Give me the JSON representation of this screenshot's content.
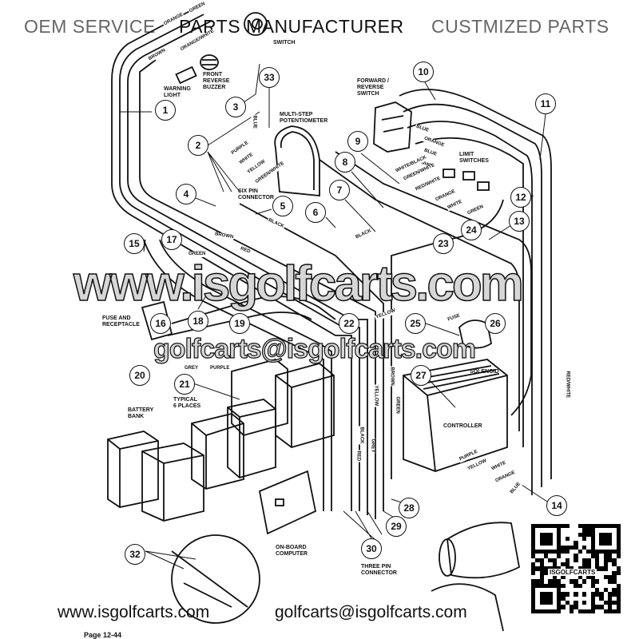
{
  "banner": {
    "left": "OEM SERVICE",
    "center": "PARTS MANUFACTURER",
    "right": "CUSTMIZED PARTS"
  },
  "callouts": [
    "1",
    "2",
    "3",
    "4",
    "5",
    "6",
    "7",
    "8",
    "9",
    "10",
    "11",
    "12",
    "13",
    "14",
    "15",
    "16",
    "17",
    "18",
    "19",
    "20",
    "21",
    "22",
    "23",
    "24",
    "25",
    "26",
    "27",
    "28",
    "29",
    "30",
    "32",
    "33"
  ],
  "components": {
    "switch": "SWITCH",
    "warning_light": "WARNING\nLIGHT",
    "front_reverse_buzzer": "FRONT\nREVERSE\nBUZZER",
    "potentiometer": "MULTI-STEP\nPOTENTIOMETER",
    "six_pin": "SIX PIN\nCONNECTOR",
    "fwd_rev_switch": "FORWARD /\nREVERSE\nSWITCH",
    "limit_switches": "LIMIT\nSWITCHES",
    "fuse": "FUSE AND\nRECEPTACLE",
    "solenoid": "SOLENOID",
    "controller": "CONTROLLER",
    "typical": "TYPICAL\n6 PLACES",
    "battery_bank": "BATTERY\nBANK",
    "onboard": "ON-BOARD\nCOMPUTER",
    "three_pin": "THREE PIN\nCONNECTOR"
  },
  "wires": [
    "GREEN",
    "ORANGE",
    "BROWN",
    "ORANGE/WHITE",
    "BLUE",
    "PURPLE",
    "WHITE",
    "YELLOW",
    "GREEN/WHITE",
    "BLACK",
    "BROWN",
    "RED",
    "GREEN",
    "BLUE",
    "ORANGE",
    "BLUE",
    "WHITE",
    "WHITE/BLACK",
    "GREEN/WHITE",
    "RED/WHITE",
    "ORANGE",
    "GREEN",
    "WHITE",
    "BLACK",
    "GREY",
    "PURPLE",
    "FUSE",
    "YELLOW",
    "BLACK",
    "GREY",
    "BROWN",
    "RED",
    "YELLOW",
    "GREEN",
    "PURPLE",
    "YELLOW",
    "WHITE",
    "ORANGE",
    "BLUE",
    "RED/WHITE"
  ],
  "watermark": {
    "site": "www.isgolfcarts.com",
    "email": "golfcarts@isgolfcarts.com"
  },
  "qr_label": "ISGOLFCARTS",
  "footer": {
    "site": "www.isgolfcarts.com",
    "email": "golfcarts@isgolfcarts.com",
    "page": "Page 12-44"
  }
}
